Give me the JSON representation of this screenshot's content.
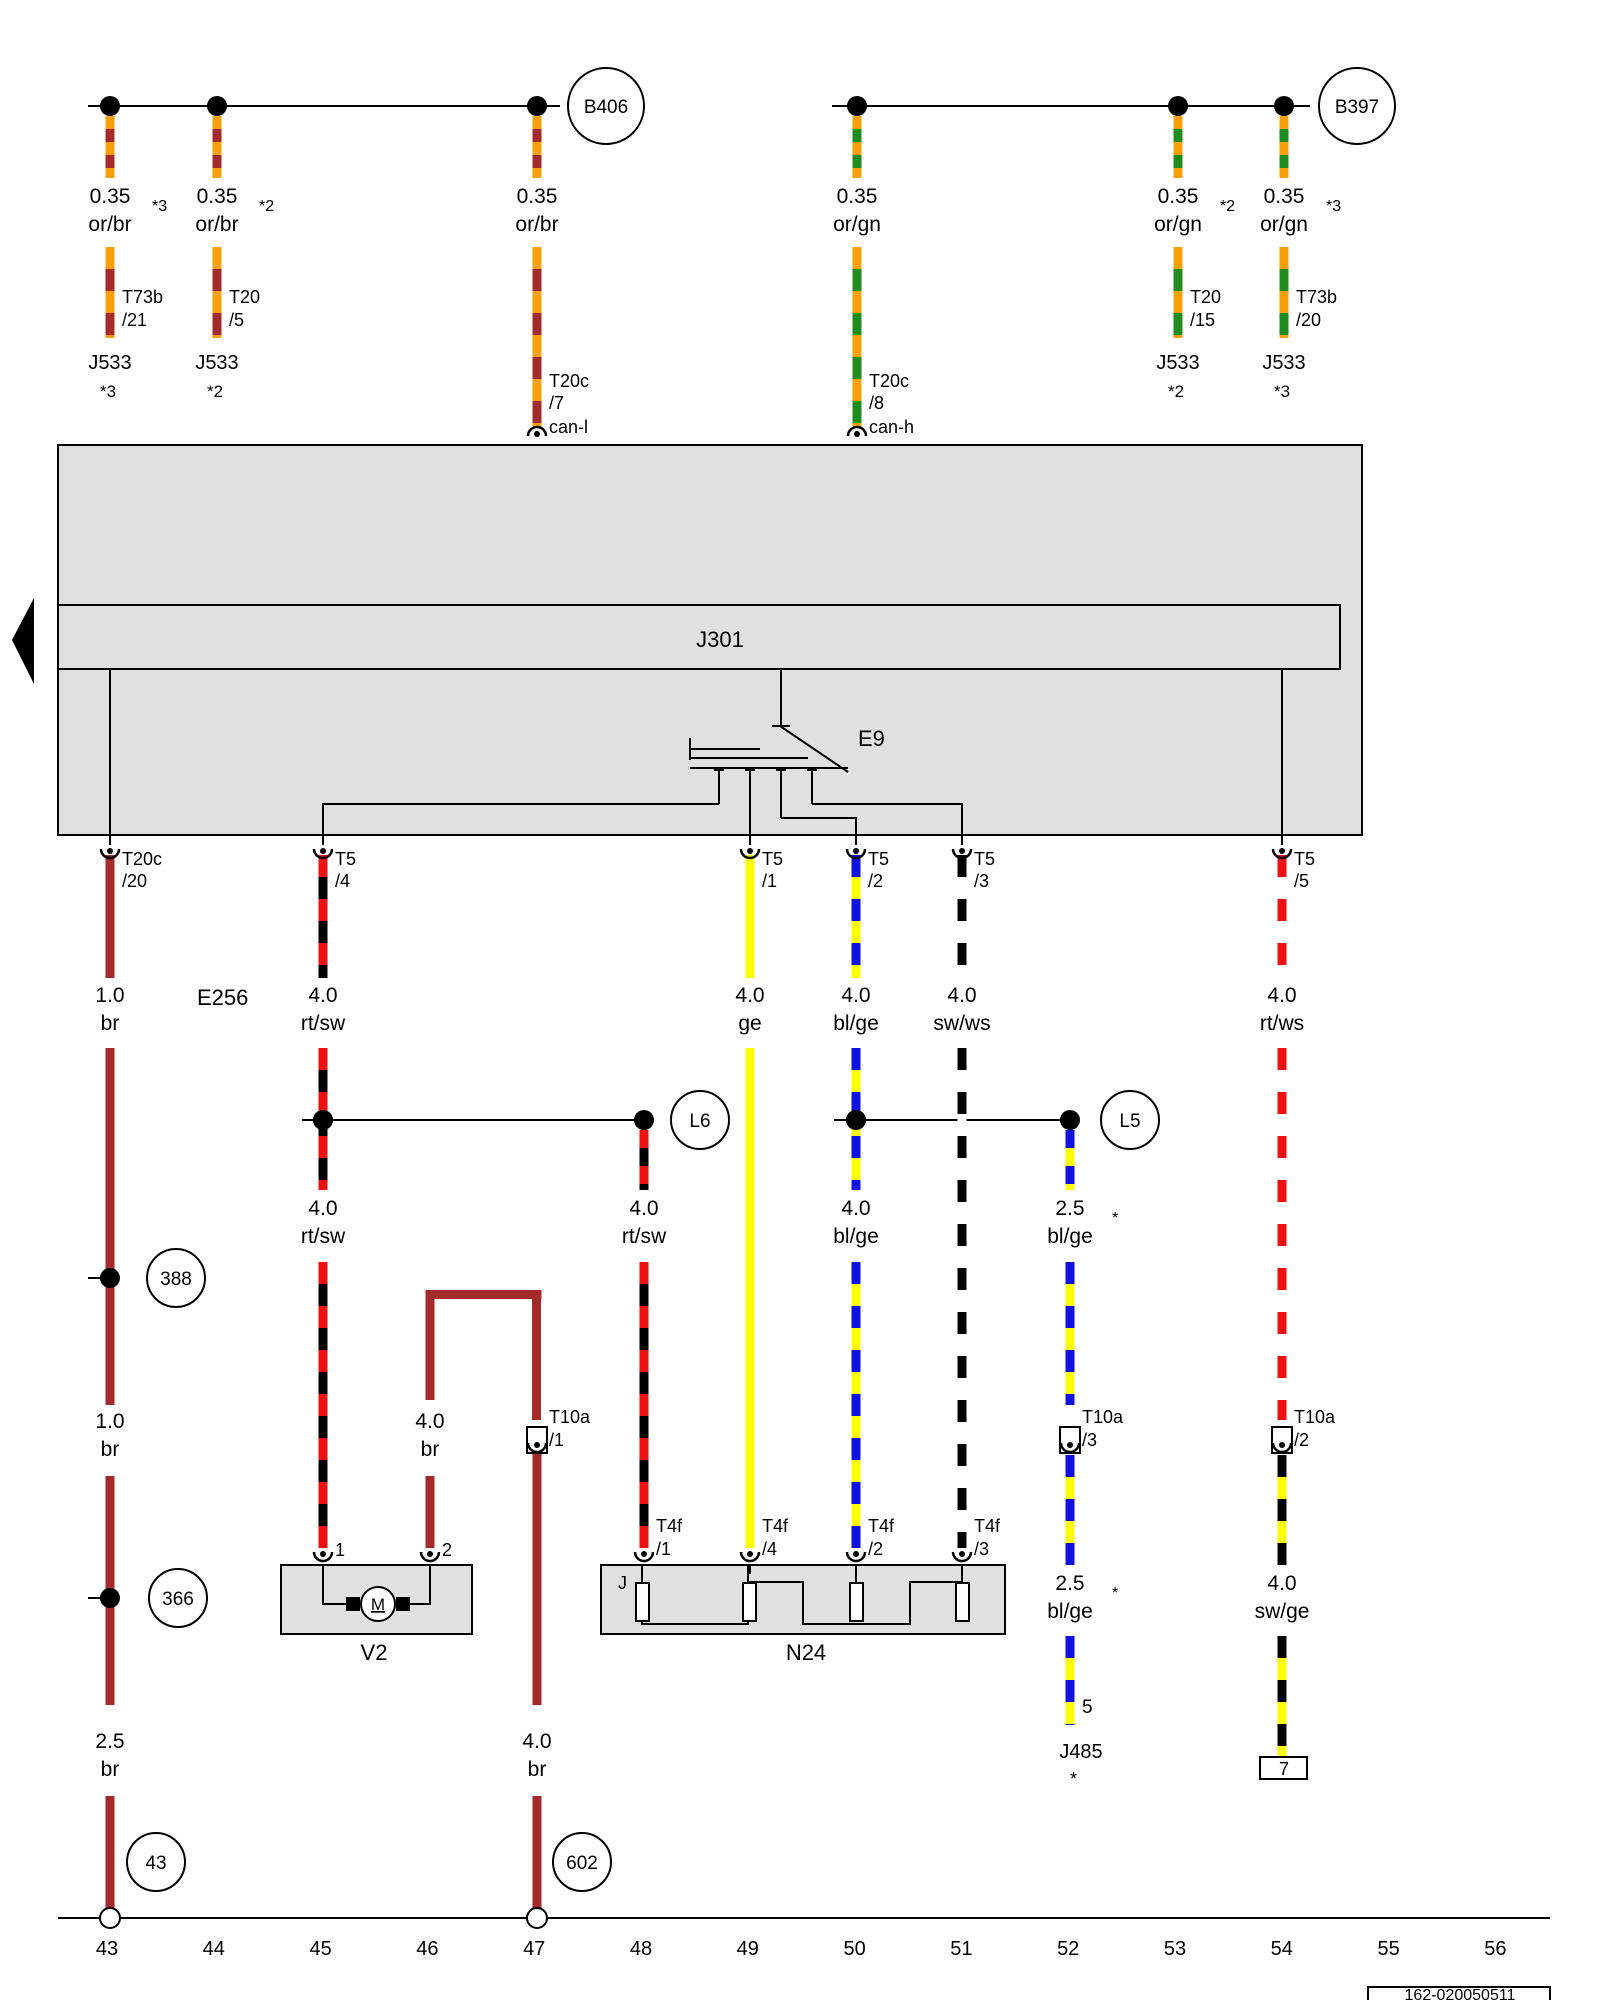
{
  "document_id": "162-020050511",
  "components": {
    "J301": "J301",
    "E9": "E9",
    "E256": "E256",
    "V2": "V2",
    "V2_symbol": "M",
    "N24": "N24",
    "N24_pin": "J",
    "J485": "J485",
    "J485_note": "*",
    "J485_pin": "5",
    "connector_7": "7"
  },
  "ground_refs": [
    "43",
    "602",
    "388",
    "366"
  ],
  "splice_refs": [
    "B406",
    "B397",
    "L6",
    "L5"
  ],
  "connections_top": [
    {
      "size": "0.35",
      "color": "or/br",
      "plug": "T73b",
      "pin": "/21",
      "target": "J533",
      "note": "*3"
    },
    {
      "size": "0.35",
      "color": "or/br",
      "plug": "T20",
      "pin": "/5",
      "target": "J533",
      "note": "*2"
    },
    {
      "size": "0.35",
      "color": "or/br",
      "plug": "T20c",
      "pin": "/7",
      "signal": "can-l"
    },
    {
      "size": "0.35",
      "color": "or/gn",
      "plug": "T20c",
      "pin": "/8",
      "signal": "can-h"
    },
    {
      "size": "0.35",
      "color": "or/gn",
      "plug": "T20",
      "pin": "/15",
      "target": "J533",
      "note": "*2"
    },
    {
      "size": "0.35",
      "color": "or/gn",
      "plug": "T73b",
      "pin": "/20",
      "target": "J533",
      "note": "*3"
    }
  ],
  "connections_bottom_pins": [
    {
      "plug": "T20c",
      "pin": "/20"
    },
    {
      "plug": "T5",
      "pin": "/4"
    },
    {
      "plug": "T5",
      "pin": "/1"
    },
    {
      "plug": "T5",
      "pin": "/2"
    },
    {
      "plug": "T5",
      "pin": "/3"
    },
    {
      "plug": "T5",
      "pin": "/5"
    }
  ],
  "wire_labels": [
    {
      "size": "1.0",
      "color": "br"
    },
    {
      "size": "4.0",
      "color": "rt/sw"
    },
    {
      "size": "4.0",
      "color": "ge"
    },
    {
      "size": "4.0",
      "color": "bl/ge"
    },
    {
      "size": "4.0",
      "color": "sw/ws"
    },
    {
      "size": "4.0",
      "color": "rt/ws"
    },
    {
      "size": "4.0",
      "color": "rt/sw"
    },
    {
      "size": "4.0",
      "color": "rt/sw"
    },
    {
      "size": "4.0",
      "color": "bl/ge"
    },
    {
      "size": "2.5",
      "color": "bl/ge",
      "note": "*"
    },
    {
      "size": "1.0",
      "color": "br"
    },
    {
      "size": "4.0",
      "color": "br"
    },
    {
      "size": "2.5",
      "color": "bl/ge",
      "note": "*"
    },
    {
      "size": "4.0",
      "color": "sw/ge"
    },
    {
      "size": "2.5",
      "color": "br"
    },
    {
      "size": "4.0",
      "color": "br"
    }
  ],
  "t10a_pins": [
    {
      "plug": "T10a",
      "pin": "/1"
    },
    {
      "plug": "T10a",
      "pin": "/3"
    },
    {
      "plug": "T10a",
      "pin": "/2"
    }
  ],
  "v2_pins": [
    "1",
    "2"
  ],
  "n24_pins": [
    {
      "plug": "T4f",
      "pin": "/1"
    },
    {
      "plug": "T4f",
      "pin": "/4"
    },
    {
      "plug": "T4f",
      "pin": "/2"
    },
    {
      "plug": "T4f",
      "pin": "/3"
    }
  ],
  "scale_numbers": [
    "43",
    "44",
    "45",
    "46",
    "47",
    "48",
    "49",
    "50",
    "51",
    "52",
    "53",
    "54",
    "55",
    "56"
  ],
  "wire_colors": {
    "or": "#f5a00c",
    "br": "#a52a2a",
    "gn": "#1e8c1e",
    "rt": "#ee1111",
    "sw": "#000000",
    "ge": "#ffff00",
    "bl": "#1010e0",
    "ws": "#ffffff"
  },
  "box_fill": "#e0e0e0"
}
